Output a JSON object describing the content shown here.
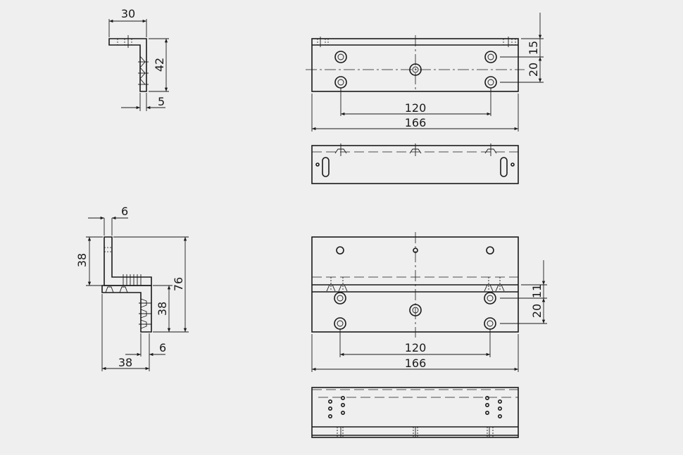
{
  "drawing": {
    "background": "#efefef",
    "line_color": "#1a1a1a",
    "views": [
      {
        "id": "bracket-side-top",
        "dims": {
          "width": "30",
          "height": "42",
          "thickness": "5"
        }
      },
      {
        "id": "bracket-front-top",
        "dims": {
          "hole_offset_top": "15",
          "hole_spacing_v": "20",
          "hole_spacing_h": "120",
          "overall_length": "166"
        }
      },
      {
        "id": "bracket-bottom-view-top"
      },
      {
        "id": "z-bracket-side",
        "dims": {
          "thickness_top": "6",
          "upper_height": "38",
          "overall_height": "76",
          "lower_height": "38",
          "thickness_bottom": "6",
          "depth": "38"
        }
      },
      {
        "id": "z-bracket-front",
        "dims": {
          "hole_offset": "11",
          "hole_spacing_v": "20",
          "hole_spacing_h": "120",
          "overall_length": "166"
        }
      },
      {
        "id": "z-bracket-bottom-view"
      }
    ]
  }
}
